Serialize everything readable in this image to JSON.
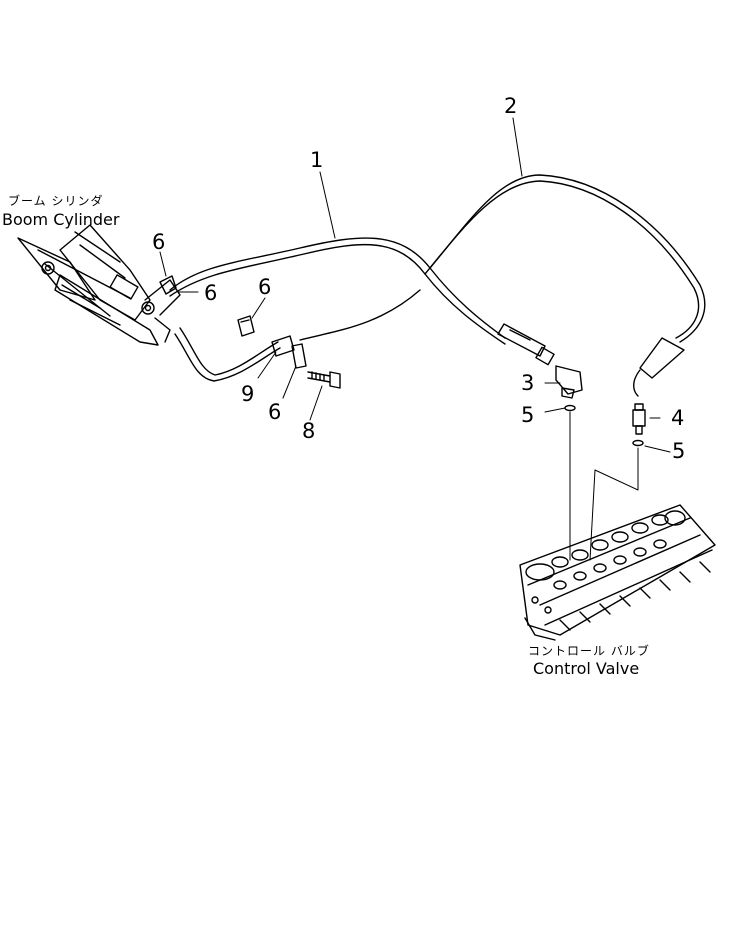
{
  "labels": {
    "boom_cylinder_jp": "ブーム シリンダ",
    "boom_cylinder_en": "Boom Cylinder",
    "control_valve_jp": "コントロール バルブ",
    "control_valve_en": "Control Valve"
  },
  "callouts": {
    "c1": "1",
    "c2": "2",
    "c3": "3",
    "c4": "4",
    "c5a": "5",
    "c5b": "5",
    "c6a": "6",
    "c6b": "6",
    "c6c": "6",
    "c6d": "6",
    "c8": "8",
    "c9": "9"
  },
  "colors": {
    "ink": "#000000",
    "paper": "#ffffff"
  }
}
